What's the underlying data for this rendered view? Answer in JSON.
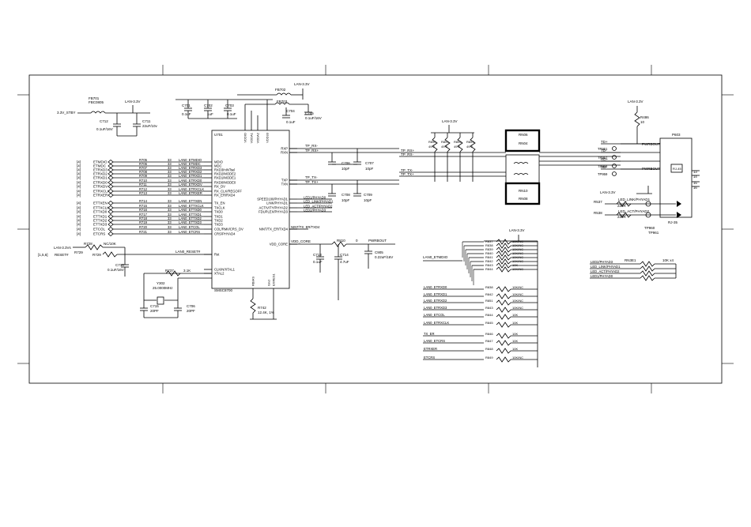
{
  "title_block": {
    "border_ticks": ""
  },
  "power": {
    "lan33_a": "LAN-3.3V",
    "lan33_b": "LAN-3.3V",
    "lan33_c": "LAN-3.3V",
    "lan33_d": "LAN-3.3V",
    "lan33_e": "LAN-3.3V",
    "lan33_f": "LAN-3.3V",
    "v33stby": "3.3V_STBY",
    "lan33_rst": "LAN-3.3Vs"
  },
  "ferrites": {
    "fb701_ref": "FB701",
    "fb701_val": "FBC0805",
    "fb702_ref": "FB702",
    "fb703_ref": "FB703"
  },
  "caps_top": {
    "c712": "C712",
    "c712_v": "0.1uF/16V",
    "c711": "C711",
    "c711_v": "22uF/10v",
    "c701": "C701",
    "c701_v": "0.1uF",
    "c702": "C702",
    "c702_v": "1uF",
    "c703": "C703",
    "c703_v": "0.1uF",
    "c704": "C704",
    "c704_v": "0.1uF",
    "c705": "C705",
    "c705_v": "0.1uF/16V"
  },
  "ic": {
    "ref": "U701",
    "part": "SMSC8700",
    "pins_left": [
      "MDIO",
      "MDC",
      "RXD3/nINTsel",
      "RXD2/MODE2",
      "RXD1/MODE1",
      "RXD0/MODE0",
      "RX_DV",
      "RX_CLK/REGOFF",
      "RX_ER/RXD4",
      "TX_EN",
      "TXCLK",
      "TXD0",
      "TXD1",
      "TXD2",
      "TXD3",
      "COL/RMII/CRS_DV",
      "CRS/PHYAD4",
      "Rst",
      "CLKIN/XTAL1",
      "XTAL2"
    ],
    "pins_right": [
      "RXP",
      "RXN",
      "TXP",
      "TXN",
      "SPEED100/PHYAD1",
      "LINK/PHYAD1",
      "ACTIVITY/PHYAD2",
      "FDUPLEX/PHYAD3",
      "NINT/TX_ER/TXD4",
      "VDD_CORE"
    ],
    "pins_top": [
      "VDDIO",
      "VDDA1",
      "VDDA2",
      "VDD33"
    ],
    "pins_bottom": [
      "RBIAS",
      "EXRES1",
      "Gnd"
    ]
  },
  "left_nets": {
    "rx": [
      "ETMDIO",
      "ETMDC",
      "ETRXD3",
      "ETRXD2",
      "ETRXD1",
      "ETRXD0",
      "ETRXDV",
      "ETRXCLK",
      "ETRXER"
    ],
    "tx": [
      "ETTXEN",
      "ETTXCLK",
      "ETTXD0",
      "ETTXD1",
      "ETTXD2",
      "ETTXD3",
      "ETCOL",
      "ETCRS"
    ],
    "res_rx": [
      "R705",
      "R706",
      "R707",
      "R708",
      "R709",
      "R710",
      "R711",
      "R712",
      "R713"
    ],
    "res_tx": [
      "R714",
      "R715",
      "R716",
      "R717",
      "R718",
      "R719",
      "R720",
      "R721"
    ],
    "lan_rx": [
      "LAN0_ETMDIO",
      "LAN0_ETMDC",
      "LAN0_ETRXD3",
      "LAN0_ETRXD2",
      "LAN0_ETRXD1",
      "LAN0_ETRXD0",
      "LAN0_ETRXDV",
      "LAN0_ETRXCLK",
      "LAN0_ETRXER"
    ],
    "lan_tx": [
      "LAN0_ETTXEN",
      "LAN0_ETTXCLK",
      "LAN0_ETTXD0",
      "LAN0_ETTXD1",
      "LAN0_ETTXD2",
      "LAN0_ETTXD3",
      "LAN0_ETCOL",
      "LAN0_ETCRS"
    ],
    "r_val": "33"
  },
  "reset": {
    "r728": "R728",
    "r728_v": "NC/10K",
    "r729": "R729",
    "reset_in": "RESET#",
    "reset_net": "LAN0_RESET#",
    "ref_box": "[1,5,6]",
    "c710": "C710",
    "c710_v": "0.1uF/16V"
  },
  "crystal": {
    "r737": "R737",
    "r737_v": "3.1K",
    "y302": "Y302",
    "y302_v": "25.0000MHz",
    "c715": "C715",
    "c715_v": "20PF",
    "c706": "C706",
    "c706_v": "20PF"
  },
  "rbias": {
    "r": "R742",
    "v": "12.4K, 1%"
  },
  "diff": {
    "tp_rxp": "TP_RX+",
    "tp_rxn": "TP_RX-",
    "tp_txp": "TP_TX+",
    "tp_txn": "TP_TX-",
    "c706": "C706",
    "c706_v": "10pF",
    "c707": "C707",
    "c707_v": "10pF",
    "c708": "C708",
    "c708_v": "10pF",
    "c709": "C709",
    "c709_v": "10pF"
  },
  "led_nets": [
    "LED1/PHYAD0",
    "LED_LINK/PHYAD1",
    "LED_ACT/PHYAD2",
    "LED2/PHYAD3"
  ],
  "vddcore": {
    "net": "VDD_CORE",
    "r": "R810",
    "v": "0",
    "pwr": "PWRBOUT",
    "c713": "C713",
    "c713_v": "0.1uF",
    "c714": "C714",
    "c714_v": "4.7uF",
    "c905": "C905",
    "c905_v": "0.22uF/16V"
  },
  "term": {
    "refs": [
      "R890",
      "R891",
      "R892",
      "R893"
    ],
    "vals": [
      "49.9",
      "49.9",
      "49.9",
      "49.9"
    ],
    "rn": [
      "RN06",
      "RN04",
      "RN10",
      "RN08"
    ]
  },
  "rj45": {
    "ref": "P603",
    "part": "RJ-45",
    "foot": "RJ-35",
    "r": "R486",
    "r_v": "10",
    "signals": [
      "TD+",
      "TD-",
      "RD+",
      "RD-"
    ],
    "tps": [
      "TP951",
      "TP957",
      "TP958",
      "TP959"
    ],
    "pwr1": "PWRBOUT",
    "pwr2": "PWRBOUT",
    "led_link": "LED_LINK/PHYAD1",
    "led_act": "LED_ACT/PHYAD2",
    "r537": "R537",
    "r538": "R538",
    "rv": "220R",
    "tp960": "TP960",
    "tp961": "TP961",
    "pins_right": [
      "13",
      "14",
      "15",
      "16"
    ]
  },
  "strap_header": {
    "net": "LAN0_ETMDIO",
    "refs": [
      "R837",
      "R838",
      "R839",
      "R840",
      "R841",
      "R842",
      "R843",
      "R844"
    ],
    "vals": [
      "10K/NC",
      "10K/NC",
      "10K/NC",
      "10K/NC",
      "10K/NC",
      "10K/NC",
      "10K",
      "10K/NC"
    ]
  },
  "strap_list": {
    "nets": [
      "LAN0_ETRXD0",
      "LAN0_ETRXD1",
      "LAN0_ETRXD2",
      "LAN0_ETRXD3",
      "LAN0_ETCOL",
      "LAN0_ETRXCLK",
      "TX_ER",
      "LAN0_ETCRS",
      "ETRXER",
      "ETCRS"
    ],
    "refs": [
      "R838",
      "R842",
      "R851",
      "R843",
      "R844",
      "R845",
      "R846",
      "R847",
      "R848",
      "R849"
    ],
    "vals": [
      "10K/NC",
      "10K/NC",
      "10K/NC",
      "10K/NC",
      "10K",
      "10K",
      "10K",
      "10K",
      "10K",
      "10K/NC"
    ]
  },
  "led_straps": {
    "nets": [
      "LED2/PHYAD3",
      "LED_LINK/PHYAD1",
      "LED_ACT/PHYAD2",
      "LED1/PHYAD0"
    ],
    "rn": "RN3E1",
    "v": "10K x4"
  }
}
